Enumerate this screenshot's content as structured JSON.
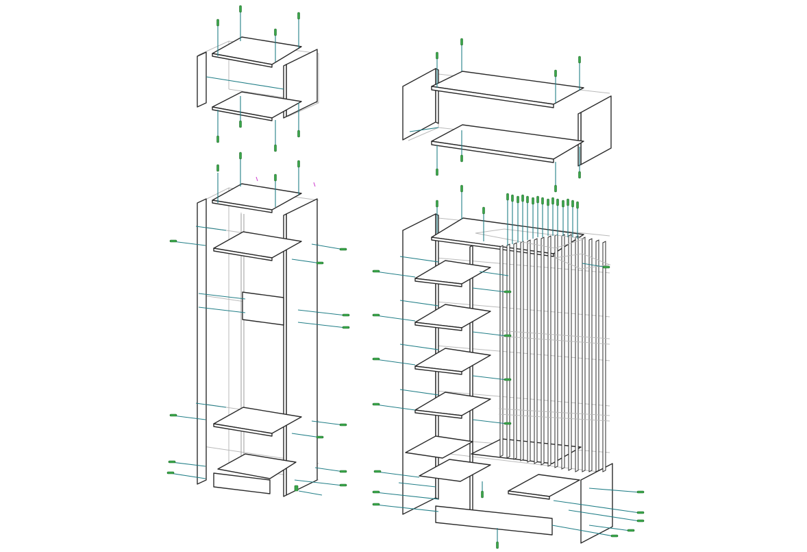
{
  "drawing": {
    "style": "exploded isometric furniture assembly line drawing",
    "colors": {
      "background": "#ffffff",
      "panel_outline": "#2a2a2a",
      "hidden_lines": "#b9b9b9",
      "connector_lines": "#1f7d86",
      "fasteners": "#3aa64a"
    },
    "assemblies": [
      "small-top-box",
      "wide-top-box",
      "tall-narrow-wardrobe",
      "wide-wardrobe-with-slatted-door"
    ],
    "fastener_icon": "dowel-screw-icon"
  }
}
